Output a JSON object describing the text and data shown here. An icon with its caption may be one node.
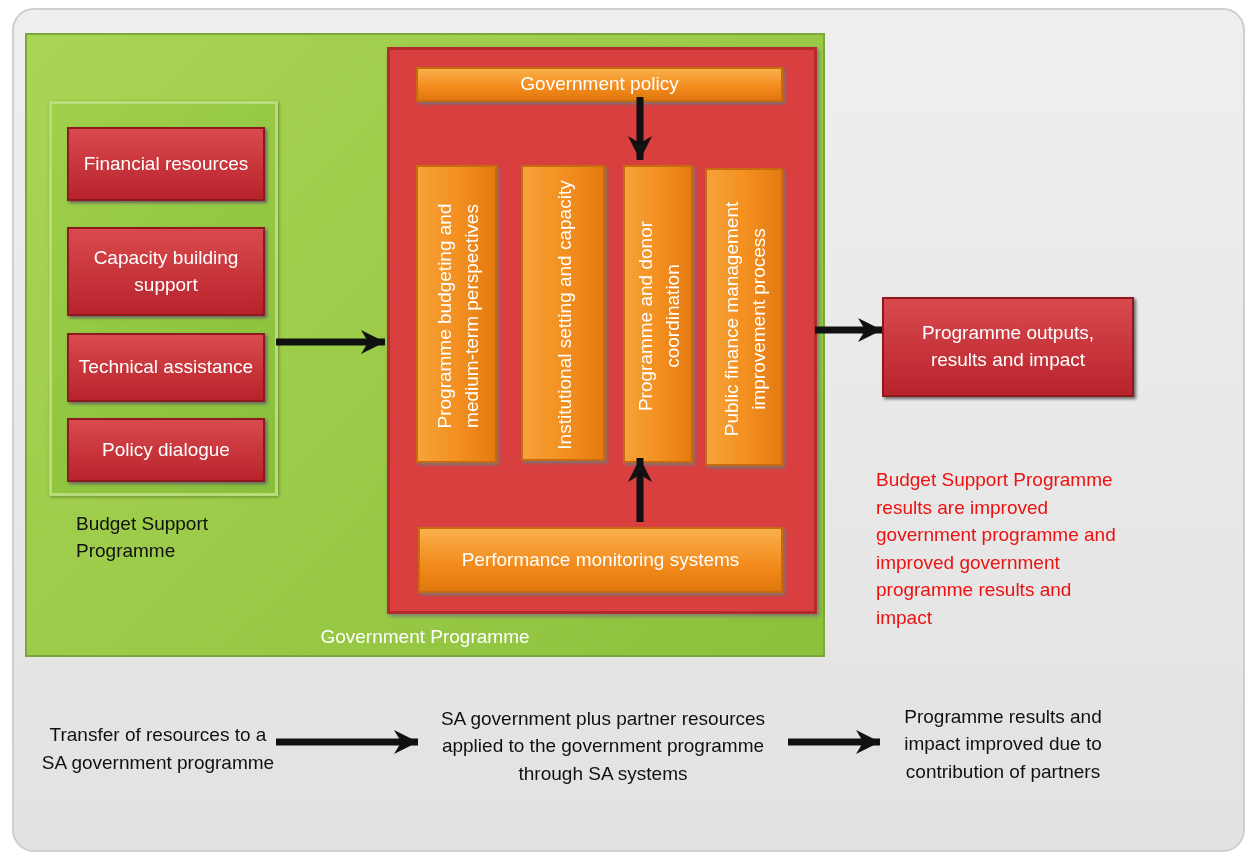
{
  "diagram": {
    "nodes": [
      {
        "text": [
          "Government Programme"
        ]
      },
      {
        "text": [
          "Budget Support Programme"
        ],
        "in": 0
      },
      {
        "text": [
          "Financial resources"
        ],
        "in": 1
      },
      {
        "text": [
          "Capacity building support"
        ],
        "in": 1
      },
      {
        "text": [
          "Technical assistance"
        ],
        "in": 1
      },
      {
        "text": [
          "Policy dialogue"
        ],
        "in": 1
      },
      {
        "text": [],
        "shape": "box",
        "in": 0
      },
      {
        "text": [
          "Government policy"
        ],
        "in": 6
      },
      {
        "text": [
          "Programme budgeting and medium-term perspectives"
        ],
        "in": 6
      },
      {
        "text": [
          "Institutional setting and capacity"
        ],
        "in": 6
      },
      {
        "text": [
          "Programme and donor coordination"
        ],
        "in": 6
      },
      {
        "text": [
          "Public finance management improvement process"
        ],
        "in": 6
      },
      {
        "text": [
          "Performance monitoring systems"
        ],
        "in": 6
      },
      {
        "text": [
          "Programme outputs, results and impact"
        ]
      },
      {
        "text": [
          "Transfer of resources to a SA government programme"
        ]
      },
      {
        "text": [
          "SA government plus partner resources applied to the government programme through SA systems"
        ]
      },
      {
        "text": [
          "Programme results and impact improved due to contribution of partners"
        ]
      }
    ],
    "edges": [
      {
        "from": 1,
        "to": 6,
        "arrow": "to"
      },
      {
        "from": 7,
        "to": 10,
        "arrow": "to"
      },
      {
        "from": 12,
        "to": 10,
        "arrow": "to"
      },
      {
        "from": 6,
        "to": 13,
        "arrow": "to"
      },
      {
        "from": 14,
        "to": 15,
        "arrow": "to"
      },
      {
        "from": 15,
        "to": 16,
        "arrow": "to"
      }
    ],
    "labels": [
      "Budget Support Programme results are improved government programme and improved government programme results and impact"
    ]
  }
}
